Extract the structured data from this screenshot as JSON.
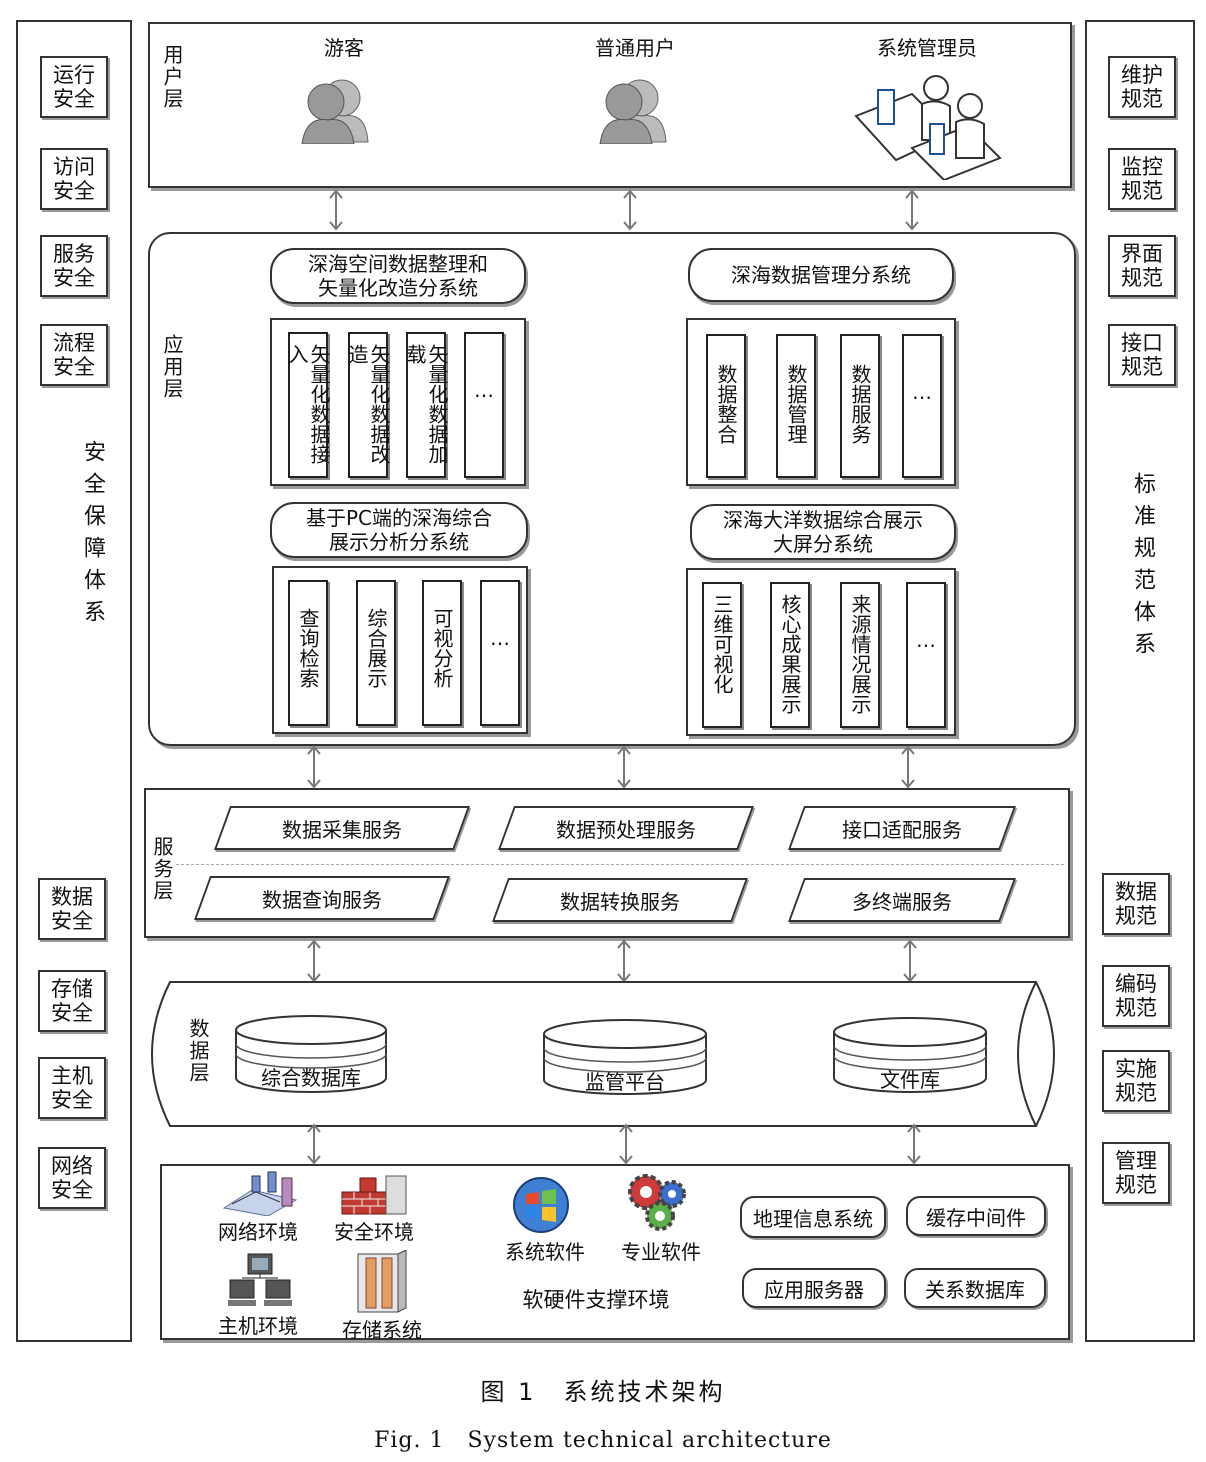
{
  "security": {
    "title": "安全保障体系",
    "top_items": [
      "运行安全",
      "访问安全",
      "服务安全",
      "流程安全"
    ],
    "bottom_items": [
      "数据安全",
      "存储安全",
      "主机安全",
      "网络安全"
    ]
  },
  "standards": {
    "title": "标准规范体系",
    "top_items": [
      "维护规范",
      "监控规范",
      "界面规范",
      "接口规范"
    ],
    "bottom_items": [
      "数据规范",
      "编码规范",
      "实施规范",
      "管理规范"
    ]
  },
  "user_layer": {
    "label": "用户层",
    "users": [
      "游客",
      "普通用户",
      "系统管理员"
    ]
  },
  "app_layer": {
    "label": "应用层",
    "subsystems": [
      {
        "title": "深海空间数据整理和矢量化改造分系统",
        "modules": [
          "矢量化数据接入",
          "矢量化数据改造",
          "矢量化数据加载",
          "…"
        ]
      },
      {
        "title": "深海数据管理分系统",
        "modules": [
          "数据整合",
          "数据管理",
          "数据服务",
          "…"
        ]
      },
      {
        "title": "基于PC端的深海综合展示分析分系统",
        "modules": [
          "查询检索",
          "综合展示",
          "可视分析",
          "…"
        ]
      },
      {
        "title": "深海大洋数据综合展示大屏分系统",
        "modules": [
          "三维可视化",
          "核心成果展示",
          "来源情况展示",
          "…"
        ]
      }
    ]
  },
  "service_layer": {
    "label": "服务层",
    "row1": [
      "数据采集服务",
      "数据预处理服务",
      "接口适配服务"
    ],
    "row2": [
      "数据查询服务",
      "数据转换服务",
      "多终端服务"
    ]
  },
  "data_layer": {
    "label": "数据层",
    "stores": [
      "综合数据库",
      "监管平台",
      "文件库"
    ]
  },
  "env_layer": {
    "title": "软硬件支撑环境",
    "hardware": [
      "网络环境",
      "安全环境",
      "主机环境",
      "存储系统"
    ],
    "software": [
      "系统软件",
      "专业软件"
    ],
    "components": [
      "地理信息系统",
      "缓存中间件",
      "应用服务器",
      "关系数据库"
    ]
  },
  "caption": {
    "cn": "图 1　系统技术架构",
    "en": "Fig. 1　System technical architecture"
  }
}
